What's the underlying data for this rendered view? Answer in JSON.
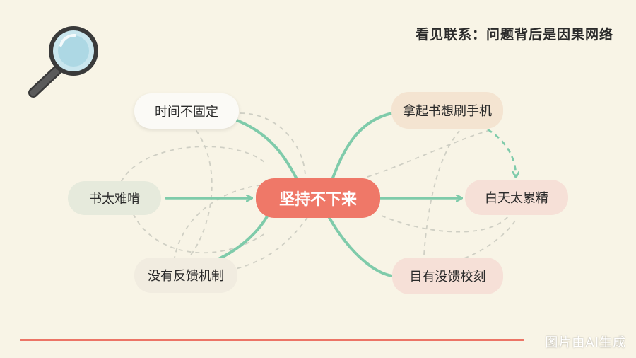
{
  "title": "看见联系：问题背后是因果网络",
  "center": "坚持不下来",
  "nodes": {
    "time": "时间不固定",
    "hard_book": "书太难啃",
    "no_feedback": "没有反馈机制",
    "phone": "拿起书想刷手机",
    "tired": "白天太累精",
    "no_progress": "目有没馈校刻"
  },
  "watermark": "图片由AI生成",
  "colors": {
    "background": "#f8f4e6",
    "accent": "#ef7868",
    "connector_green": "#7fcbaa",
    "dashed_gray": "#cfcfc4"
  },
  "icons": {
    "magnifier": "magnifier-icon"
  }
}
